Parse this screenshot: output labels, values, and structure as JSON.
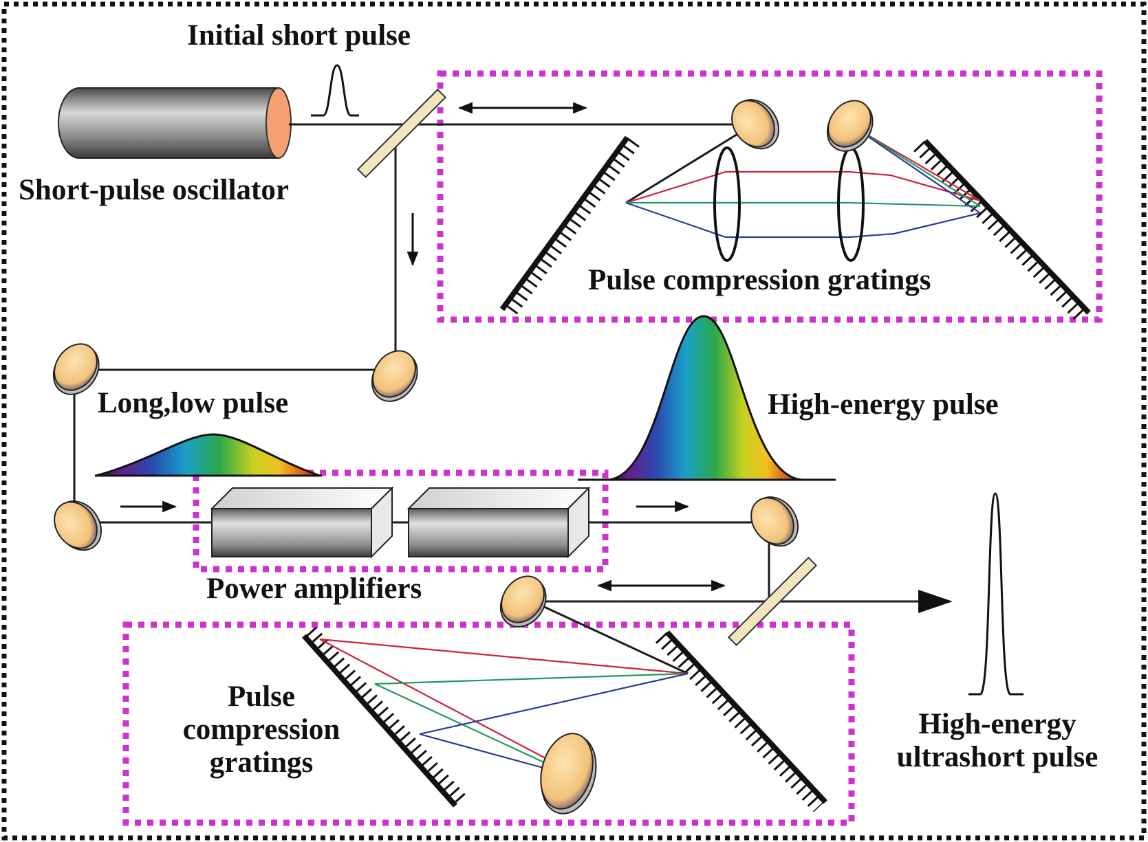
{
  "labels": {
    "initial_short_pulse": "Initial short pulse",
    "short_pulse_oscillator": "Short-pulse oscillator",
    "pulse_compression_gratings_top": "Pulse compression gratings",
    "long_low_pulse": "Long,low pulse",
    "high_energy_pulse": "High-energy pulse",
    "power_amplifiers": "Power amplifiers",
    "pulse_compression_gratings_bottom": [
      "Pulse",
      "compression",
      "gratings"
    ],
    "high_energy_ultrashort_pulse": [
      "High-energy",
      "ultrashort pulse"
    ]
  },
  "colors": {
    "outer_border": "#000000",
    "group_border": "#cc33cc",
    "beam": "#1a1a1a",
    "ray_red": "#d0203a",
    "ray_green": "#1f9a5a",
    "ray_blue": "#2a3a9a",
    "mirror_face": "#f5c98a",
    "oscillator_face": "#f4a070"
  }
}
